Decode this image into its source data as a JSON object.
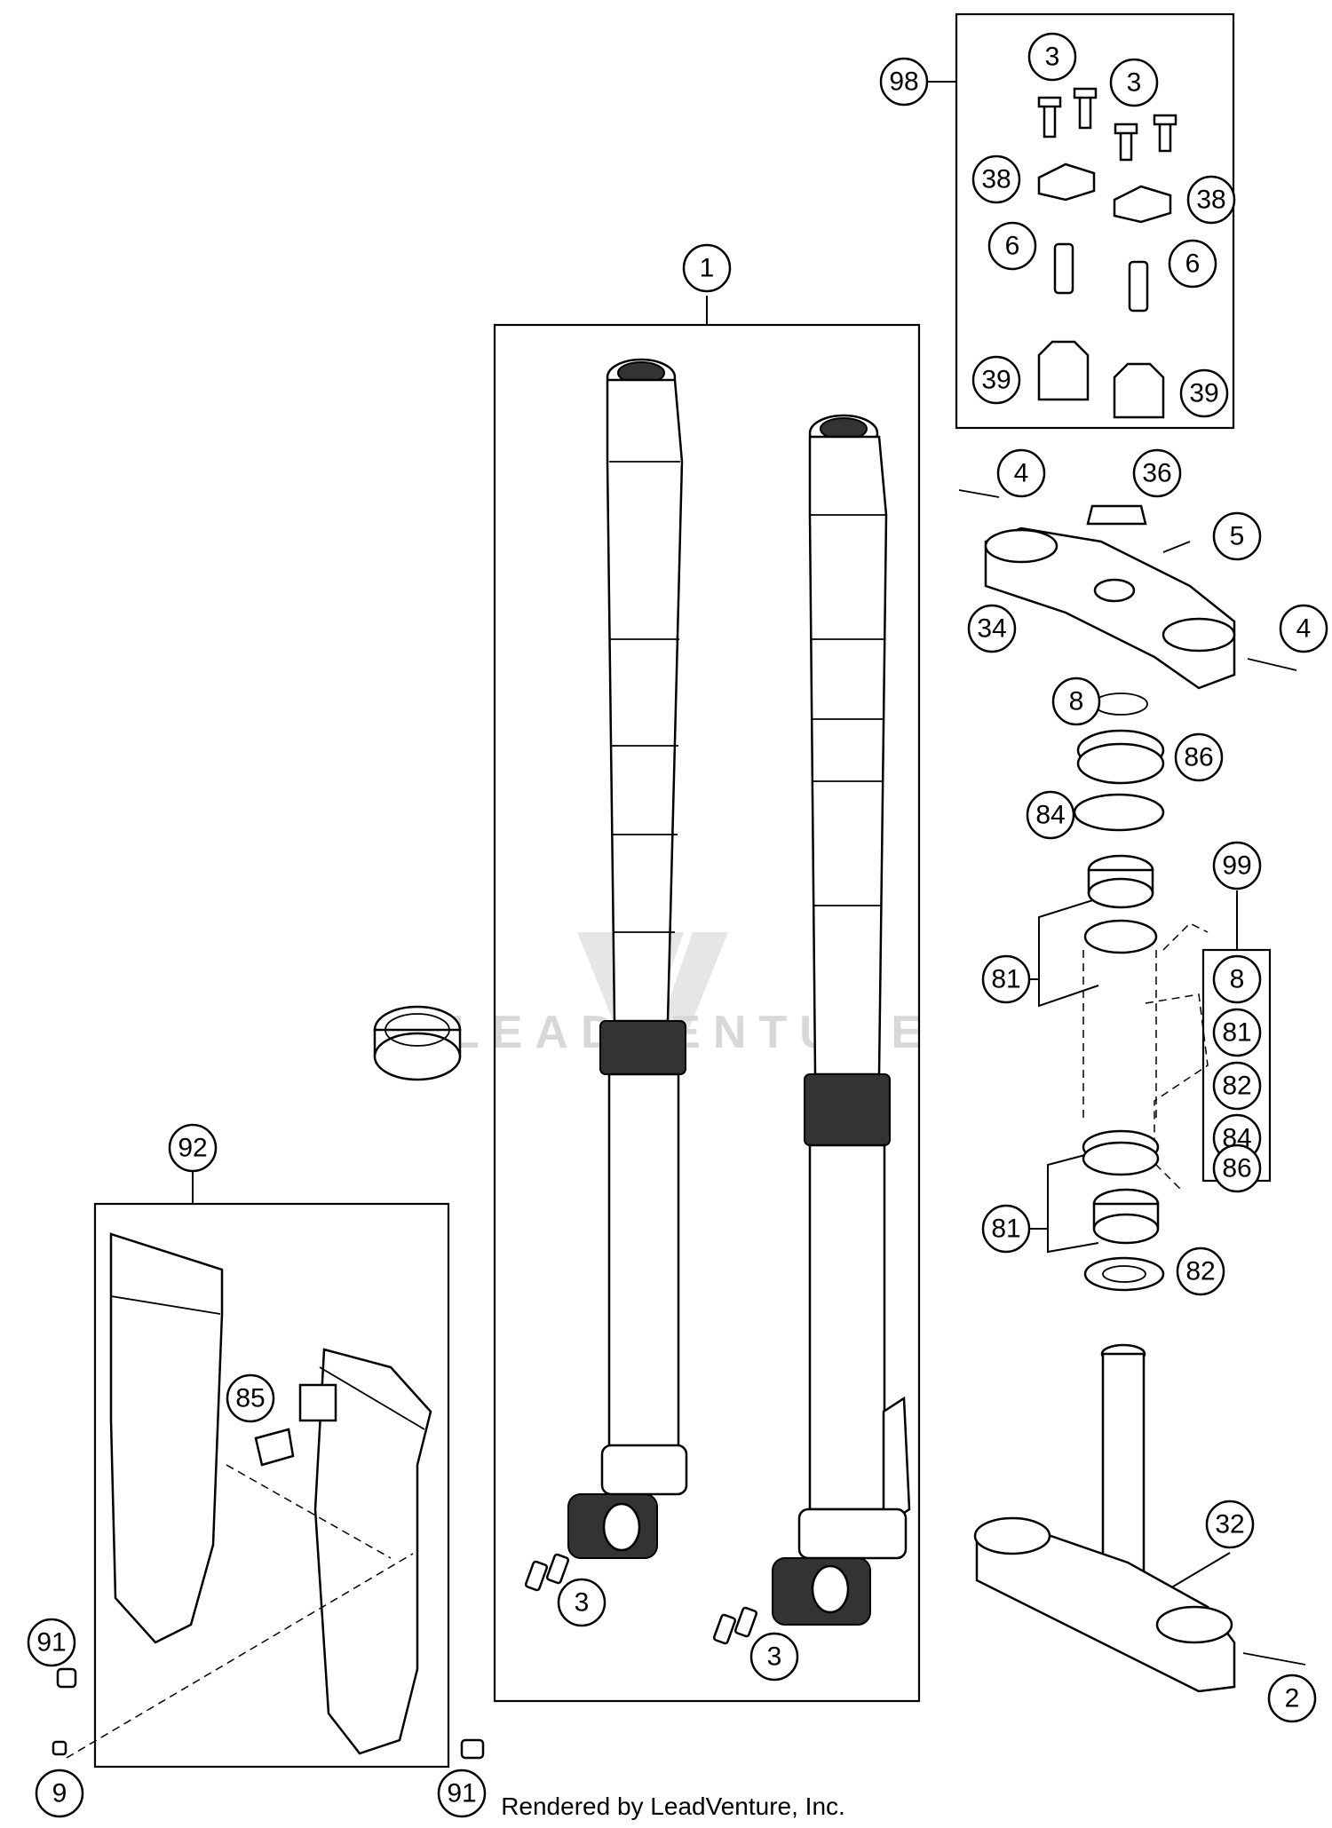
{
  "watermark": {
    "text": "LEADVENTURE"
  },
  "footer": {
    "credit": "Rendered by LeadVenture, Inc."
  },
  "callouts": {
    "c1": "1",
    "c98": "98",
    "c3a": "3",
    "c3b": "3",
    "c38a": "38",
    "c38b": "38",
    "c6a": "6",
    "c6b": "6",
    "c39a": "39",
    "c39b": "39",
    "c4a": "4",
    "c36": "36",
    "c5": "5",
    "c34": "34",
    "c4b": "4",
    "c8": "8",
    "c86": "86",
    "c84": "84",
    "c81a": "81",
    "c81b": "81",
    "c82": "82",
    "c99": "99",
    "k8": "8",
    "k81": "81",
    "k82": "82",
    "k84": "84",
    "k86": "86",
    "c92": "92",
    "c85": "85",
    "c91a": "91",
    "c91b": "91",
    "c9": "9",
    "c3c": "3",
    "c3d": "3",
    "c32": "32",
    "c2": "2"
  }
}
